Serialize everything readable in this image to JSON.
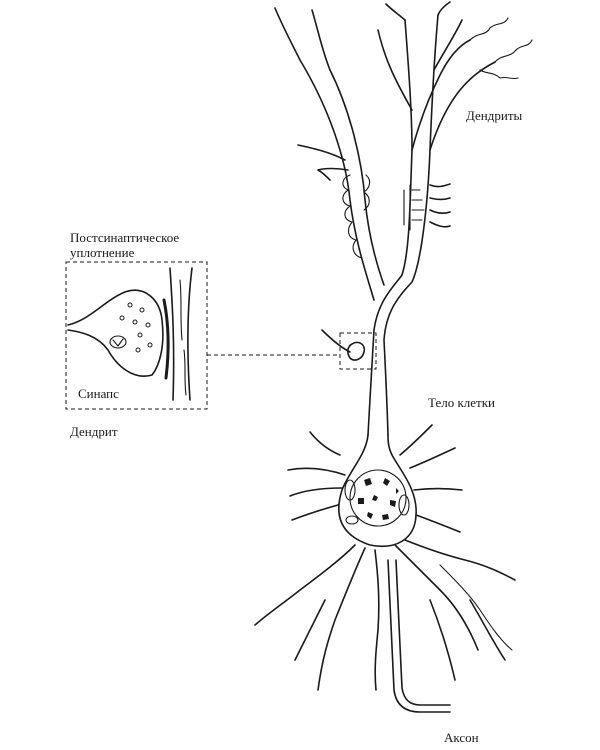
{
  "labels": {
    "dendrites": "Дендриты",
    "postsynaptic": "Постсинаптическое",
    "postsynaptic_line2": "уплотнение",
    "synapse": "Синапс",
    "dendrite": "Дендрит",
    "cell_body": "Тело клетки",
    "axon": "Аксон"
  }
}
